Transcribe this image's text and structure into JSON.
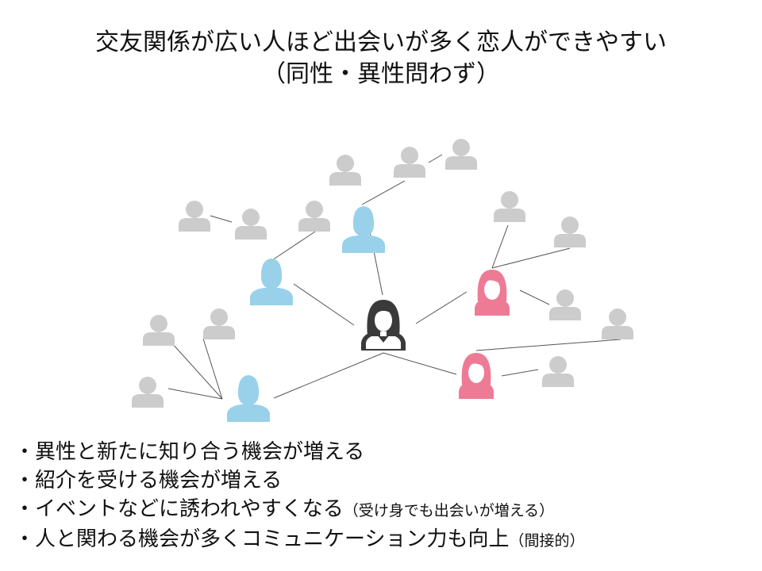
{
  "title": {
    "line1": "交友関係が広い人ほど出会いが多く恋人ができやすい",
    "line2": "（同性・異性問わず）"
  },
  "colors": {
    "line": "#555555",
    "person_grey": "#cccccc",
    "person_blue": "#99d1ea",
    "person_pink": "#ee7b95",
    "center_hair": "#3a3a3a"
  },
  "bullets": [
    {
      "text": "・異性と新たに知り合う機会が増える",
      "note": ""
    },
    {
      "text": "・紹介を受ける機会が増える",
      "note": ""
    },
    {
      "text": "・イベントなどに誘われやすくなる",
      "note": "（受け身でも出会いが増える）"
    },
    {
      "text": "・人と関わる機会が多くコミュニケーション力も向上",
      "note": "（間接的）"
    }
  ]
}
